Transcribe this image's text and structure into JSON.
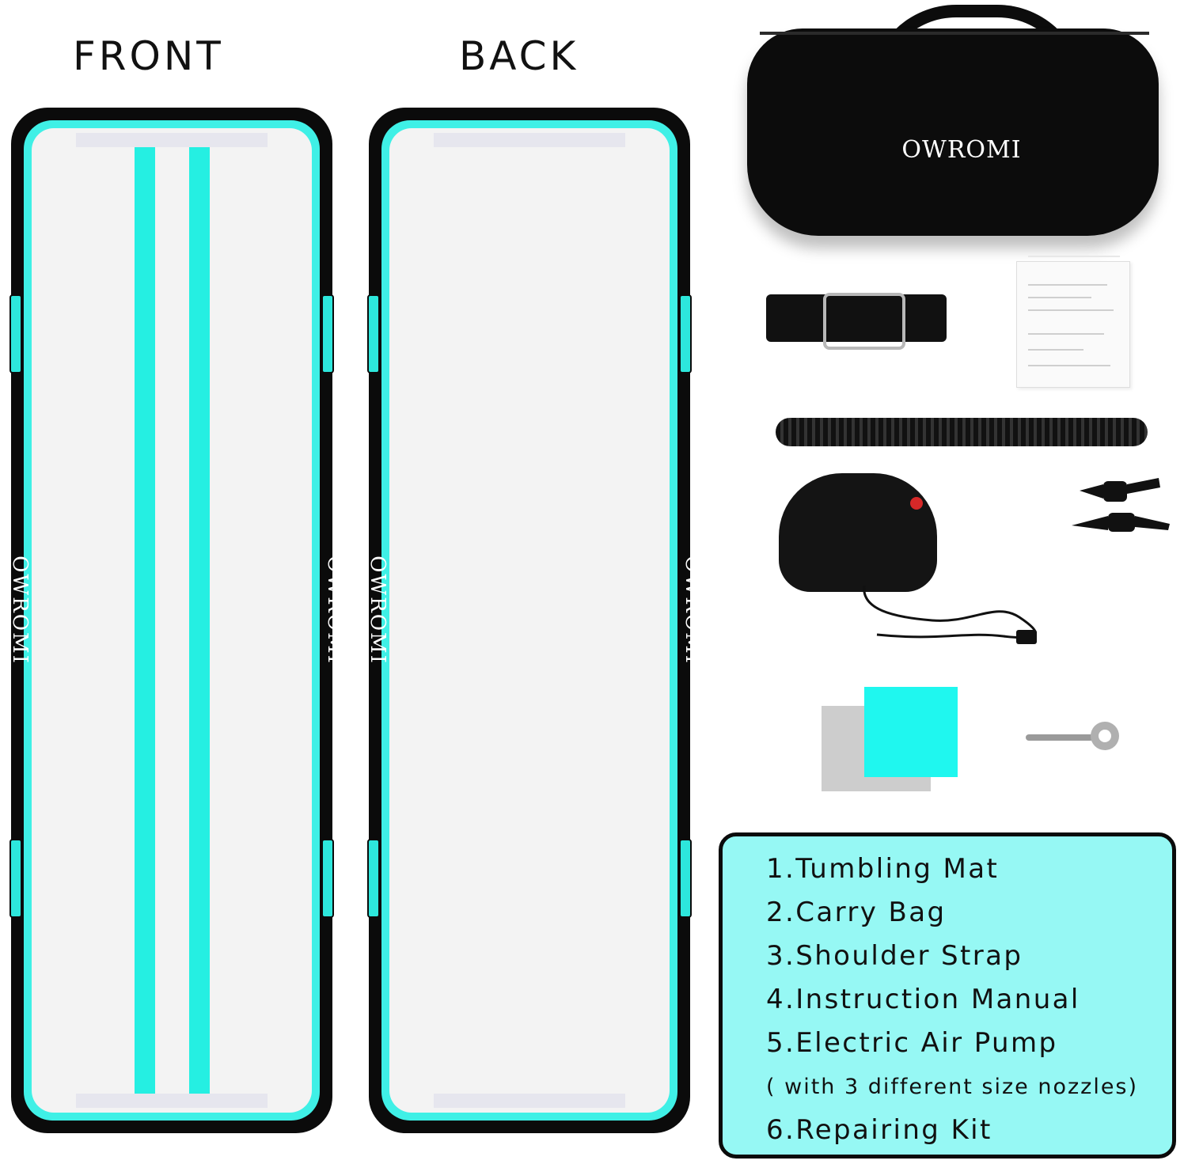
{
  "headings": {
    "front": "FRONT",
    "back": "BACK"
  },
  "brand": {
    "bag_logo": "OWROMI",
    "mat_side_logo": "OWROMI"
  },
  "colors": {
    "accent_cyan": "#3ff0e6",
    "panel_cyan": "#96f8f4",
    "mat_black": "#0b0b0b",
    "surface": "#f3f3f3"
  },
  "contents": [
    "1.Tumbling Mat",
    "2.Carry Bag",
    "3.Shoulder Strap",
    "4.Instruction Manual",
    "5.Electric Air Pump",
    "( with 3 different size nozzles)",
    "6.Repairing Kit"
  ]
}
